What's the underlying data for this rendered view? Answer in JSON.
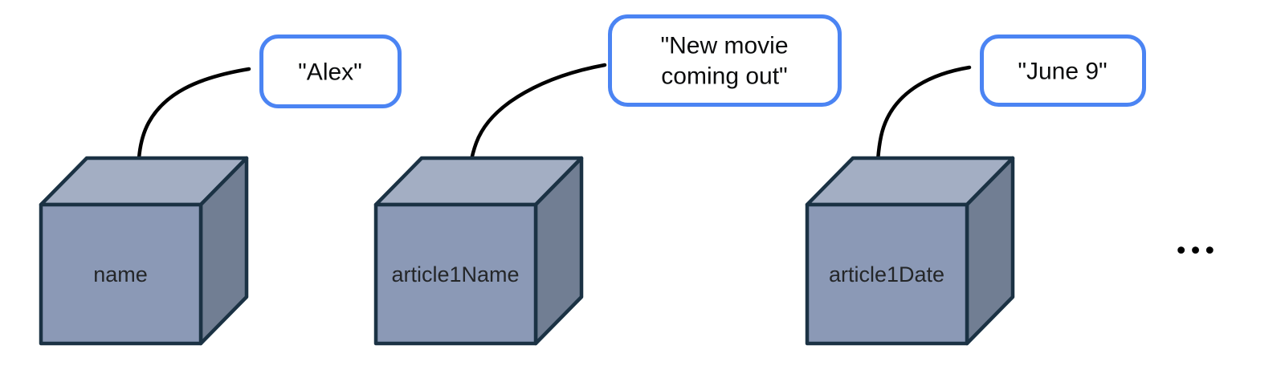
{
  "colors": {
    "background": "#ffffff",
    "cube_front": "#8b99b6",
    "cube_top": "#a3aec3",
    "cube_side": "#717e93",
    "cube_outline": "#1b3244",
    "bubble_border": "#4b84f3",
    "bubble_fill": "#ffffff",
    "arrow": "#000000",
    "label_text": "#242628",
    "bubble_text": "#0b0c0d"
  },
  "diagram": {
    "variables": [
      {
        "name": "name",
        "value": "\"Alex\"",
        "value_lines": [
          "\"Alex\""
        ]
      },
      {
        "name": "article1Name",
        "value": "\"New movie coming out\"",
        "value_lines": [
          "\"New movie",
          "coming out\""
        ]
      },
      {
        "name": "article1Date",
        "value": "\"June 9\"",
        "value_lines": [
          "\"June 9\""
        ]
      }
    ],
    "ellipsis": "•••"
  }
}
